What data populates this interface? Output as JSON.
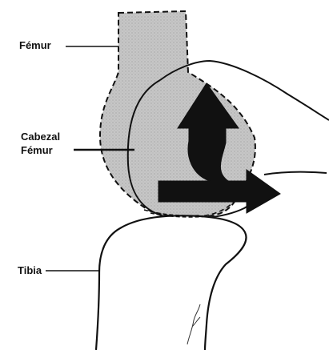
{
  "labels": {
    "femur": "Fémur",
    "cabezal_line1": "Cabezal",
    "cabezal_line2": "Fémur",
    "tibia": "Tibia"
  },
  "colors": {
    "bone_fill": "#c9c9c9",
    "outline": "#111111",
    "arrow": "#111111",
    "background": "#ffffff"
  }
}
